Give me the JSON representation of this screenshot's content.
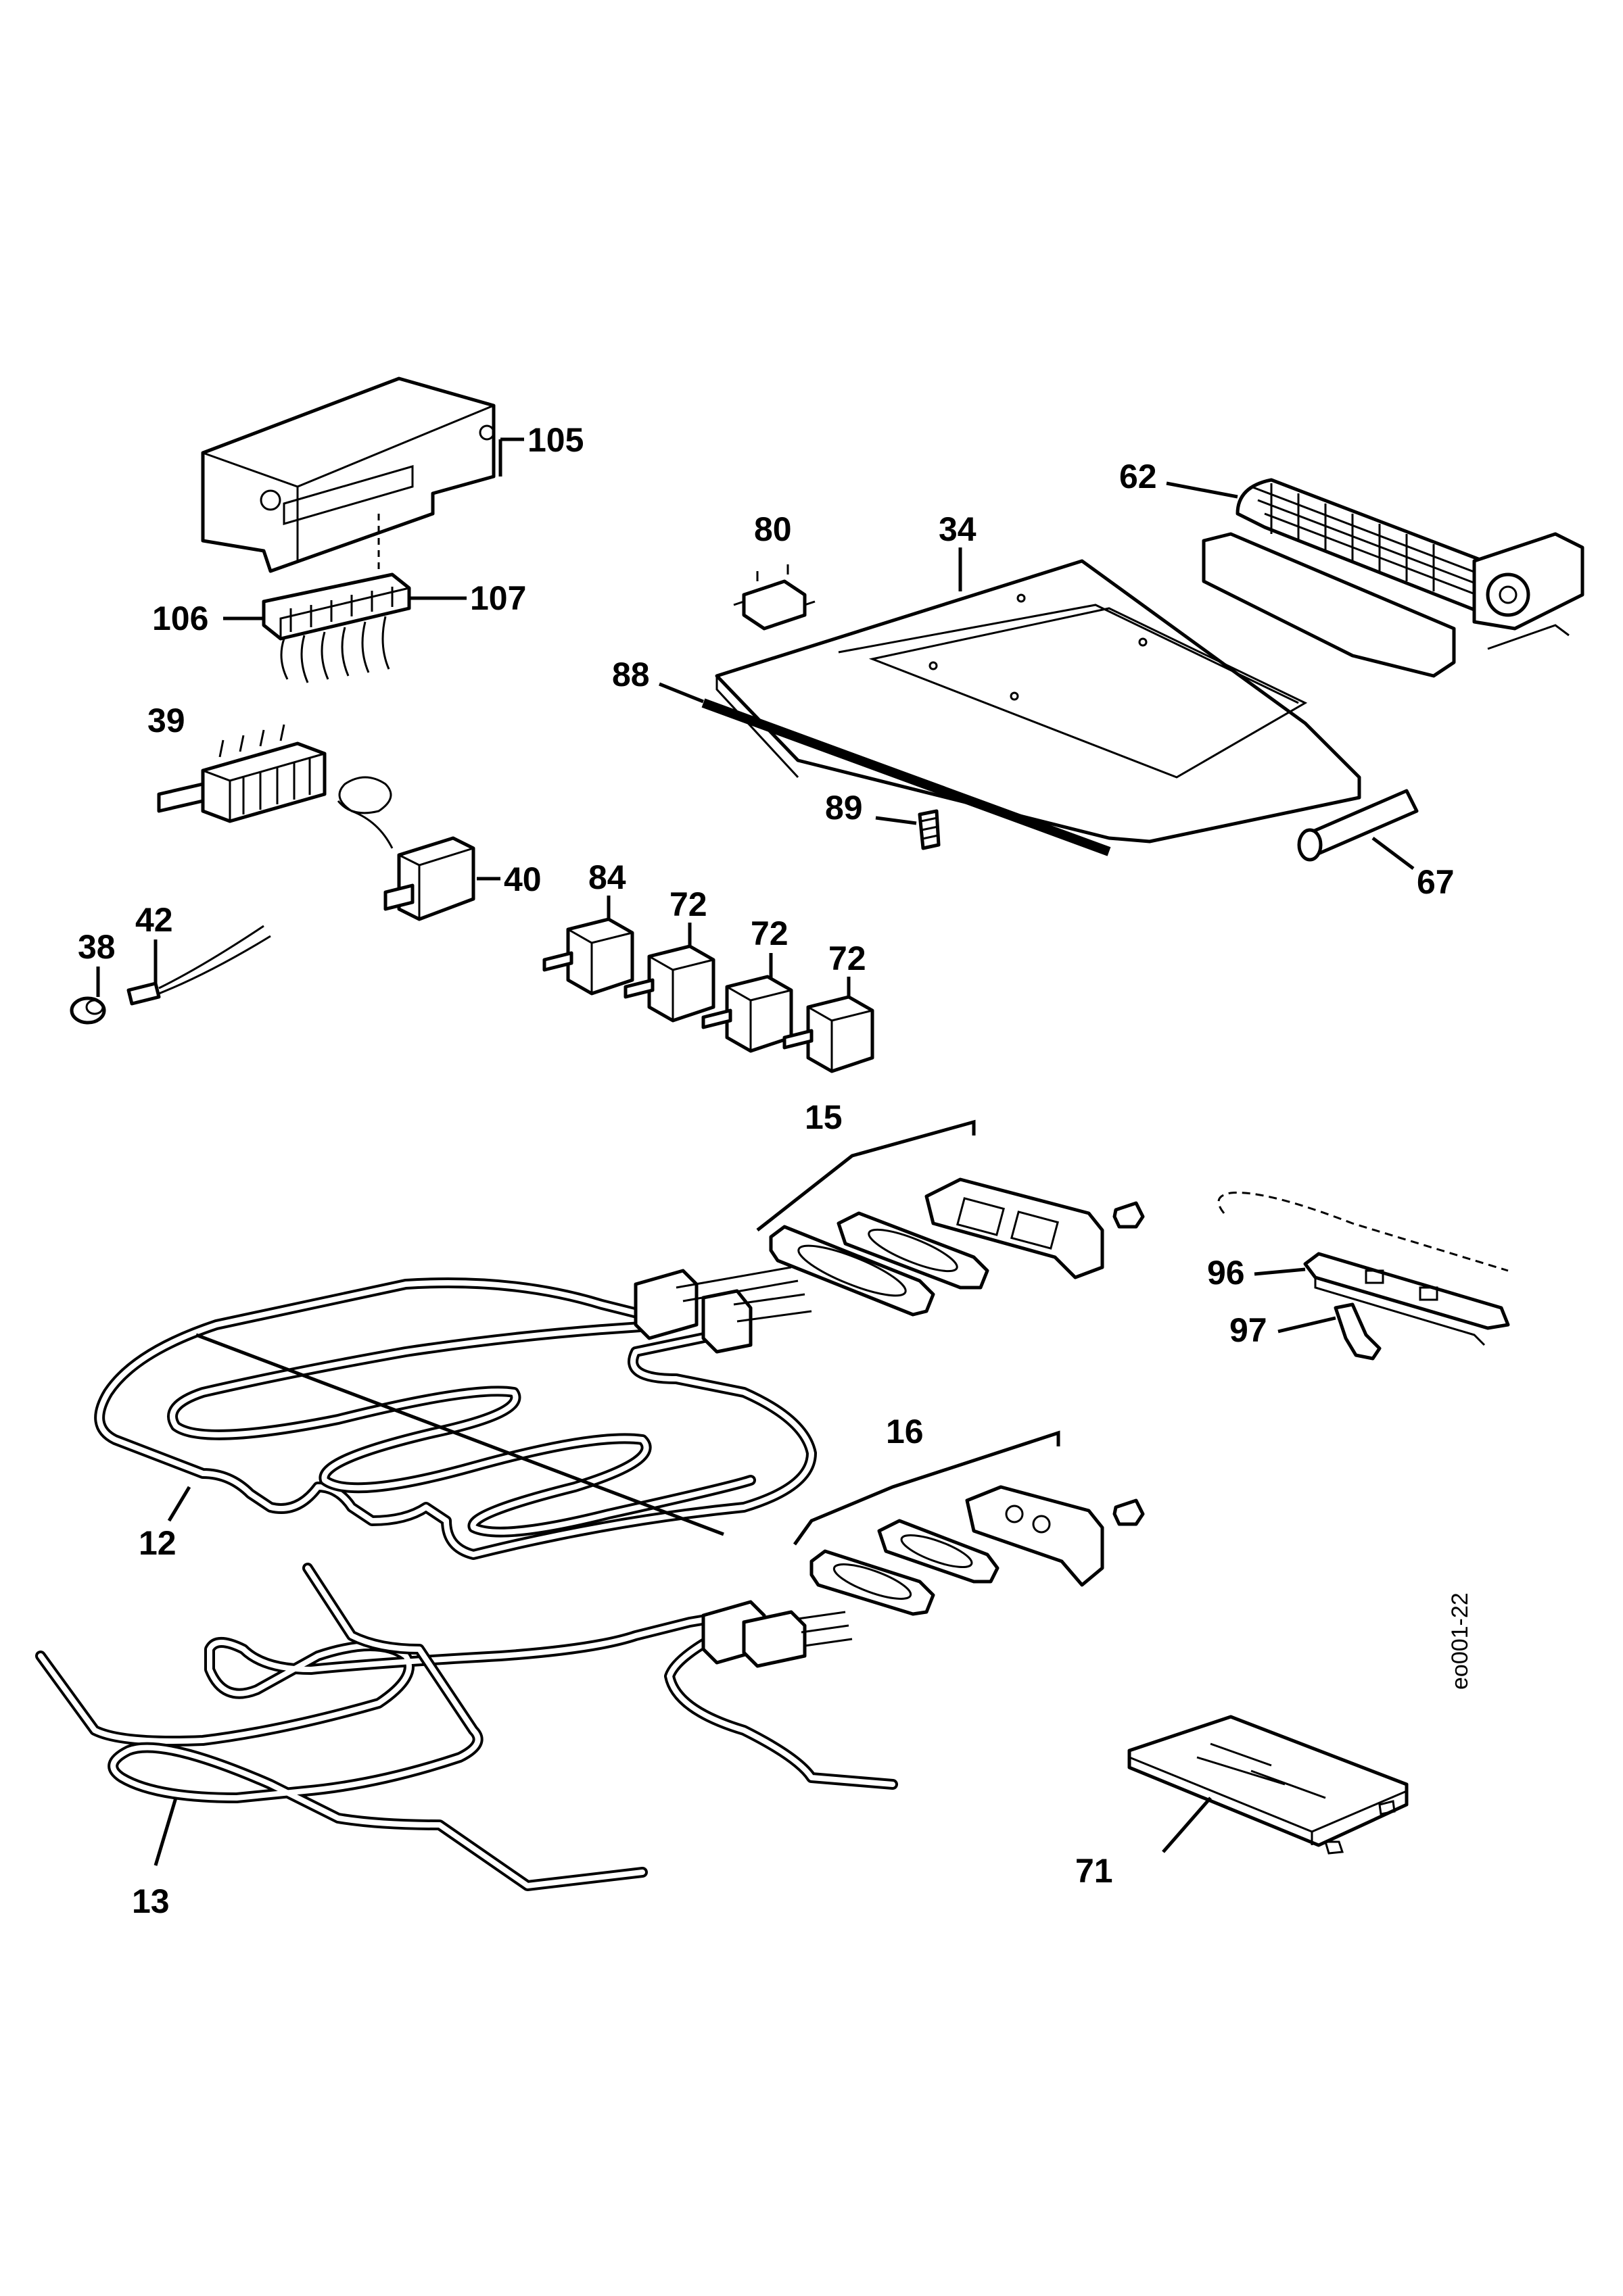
{
  "diagram": {
    "title": "",
    "drawing_code": "eo001-22",
    "labels": {
      "p105": "105",
      "p106": "106",
      "p107": "107",
      "p39": "39",
      "p40": "40",
      "p38": "38",
      "p42": "42",
      "p80": "80",
      "p34": "34",
      "p62": "62",
      "p88": "88",
      "p89": "89",
      "p67": "67",
      "p84": "84",
      "p72a": "72",
      "p72b": "72",
      "p72c": "72",
      "p15": "15",
      "p96": "96",
      "p97": "97",
      "p12": "12",
      "p16": "16",
      "p13": "13",
      "p71": "71"
    }
  }
}
